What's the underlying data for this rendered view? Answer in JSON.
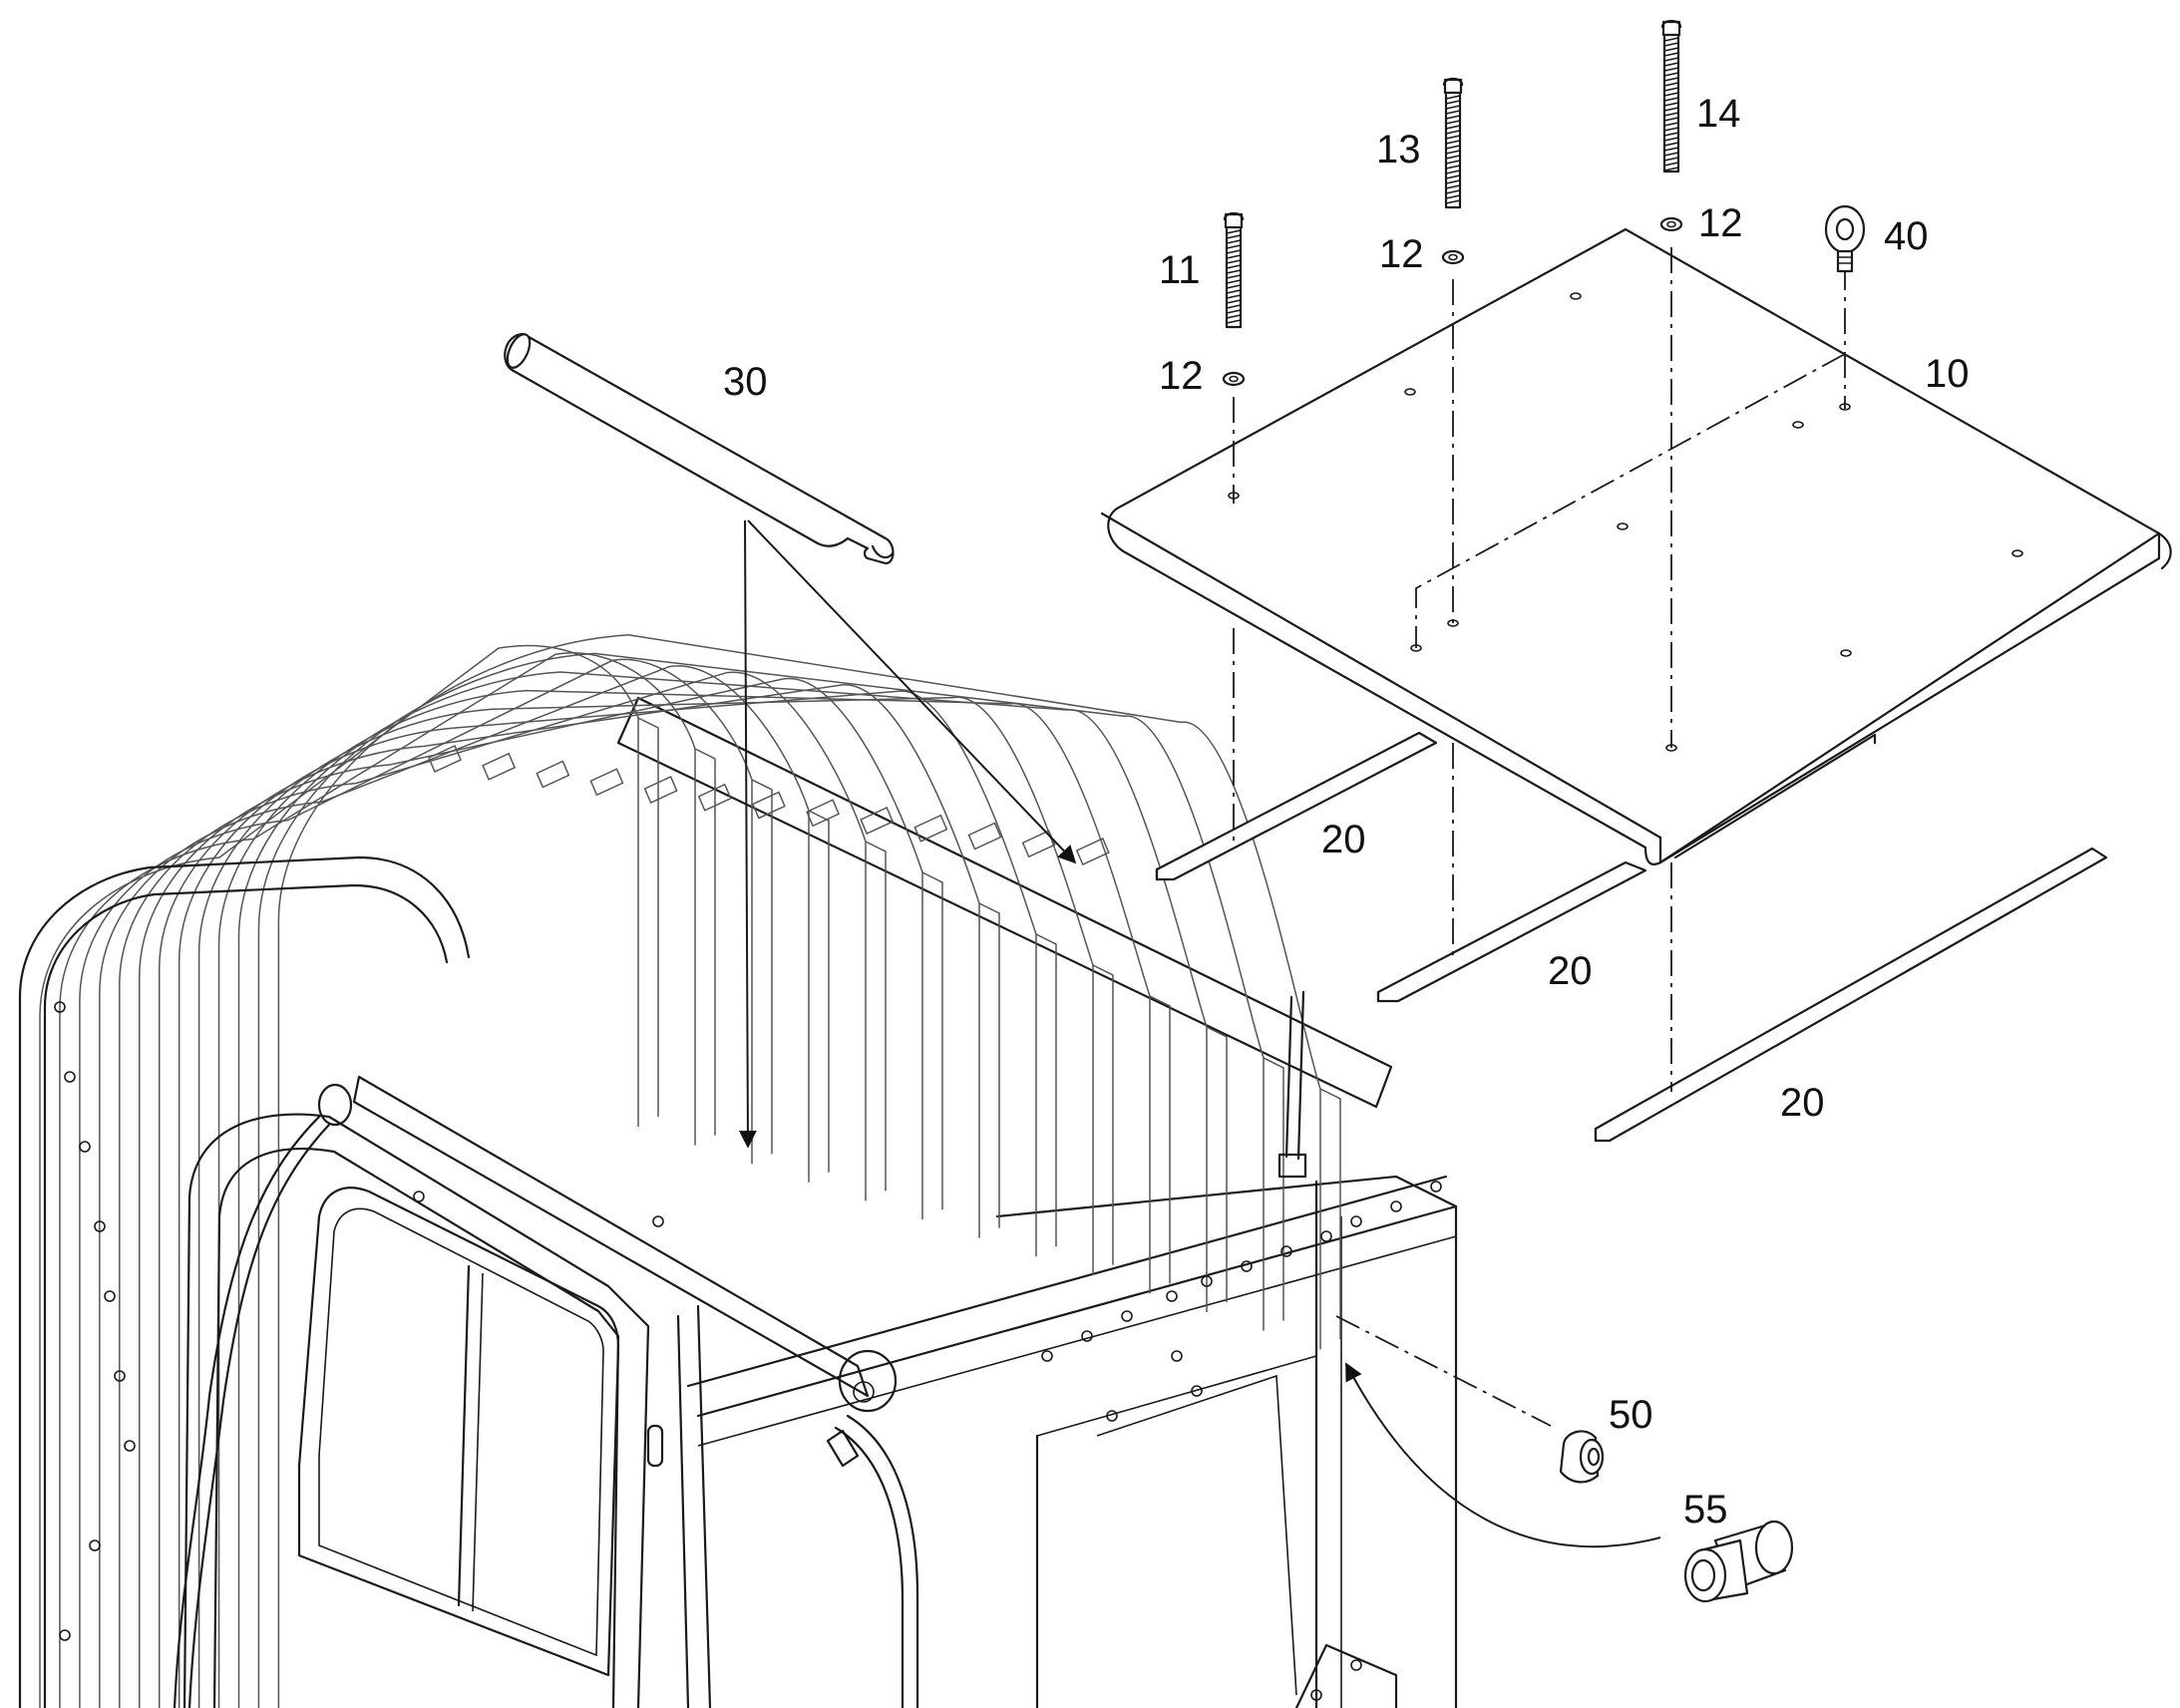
{
  "callouts": {
    "c10": "10",
    "c11": "11",
    "c12a": "12",
    "c12b": "12",
    "c12c": "12",
    "c13": "13",
    "c14": "14",
    "c20a": "20",
    "c20b": "20",
    "c20c": "20",
    "c30": "30",
    "c40": "40",
    "c50": "50",
    "c55": "55"
  },
  "colors": {
    "line": "#1a1a1a",
    "background": "#ffffff"
  }
}
